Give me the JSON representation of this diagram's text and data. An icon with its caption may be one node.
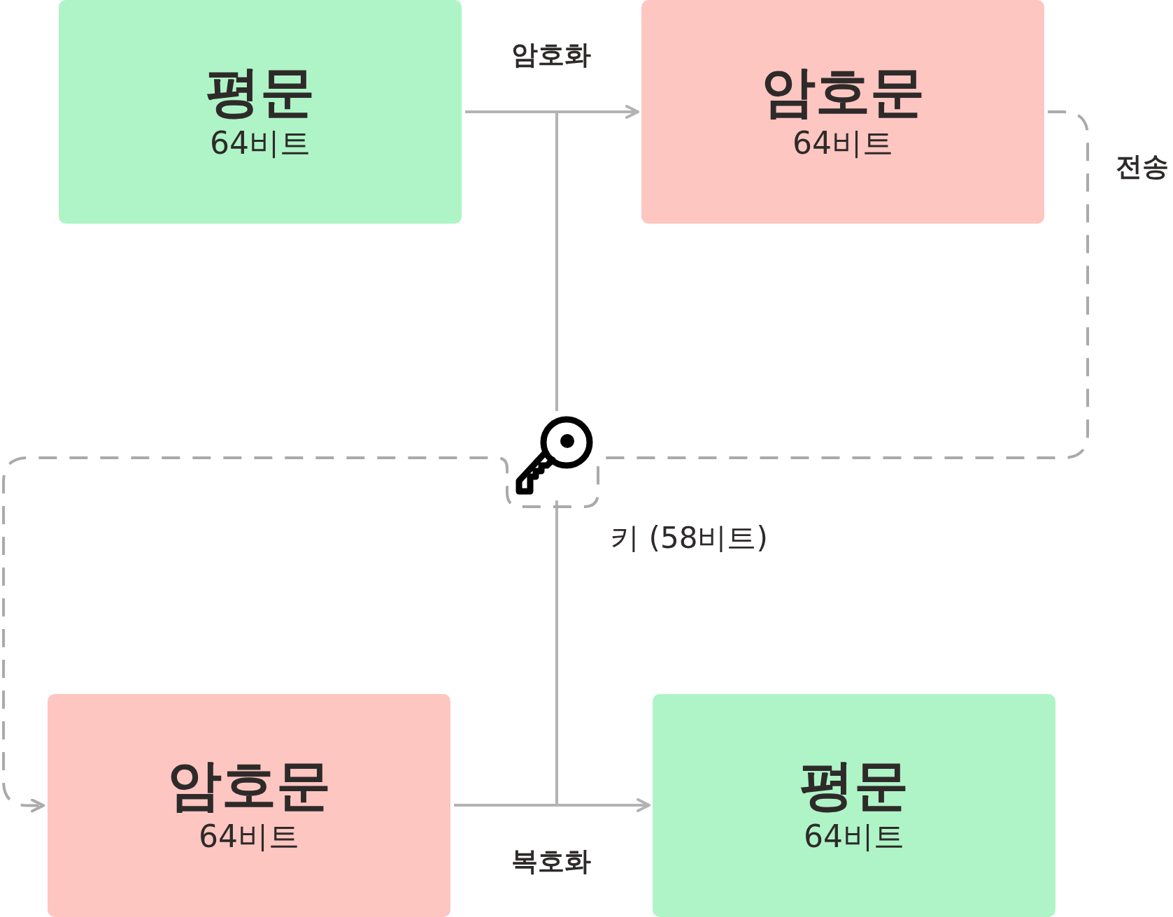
{
  "diagram": {
    "nodes": [
      {
        "text": [
          "평문",
          "64비트"
        ]
      },
      {
        "text": [
          "암호문",
          "64비트"
        ]
      },
      {
        "text": [
          "암호문",
          "64비트"
        ]
      },
      {
        "text": [
          "평문",
          "64비트"
        ]
      },
      {
        "text": [],
        "shape": "key",
        "beside": [
          "키 (58비트)"
        ]
      }
    ],
    "edges": [
      {
        "from": 0,
        "to": 1,
        "arrow": "to",
        "label": "암호화"
      },
      {
        "from": 4,
        "to": null,
        "arrow": "none"
      },
      {
        "from": 4,
        "to": null,
        "arrow": "none"
      },
      {
        "from": 2,
        "to": 3,
        "arrow": "to",
        "label": "복호화"
      },
      {
        "from": 1,
        "to": 2,
        "arrow": "to",
        "label": "전송",
        "style": "dashed",
        "color": "#aaaaaa"
      }
    ]
  }
}
